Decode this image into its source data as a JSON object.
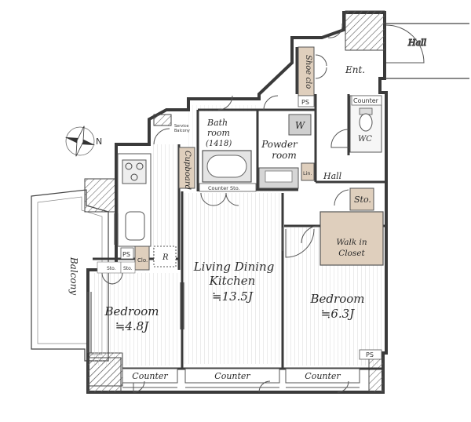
{
  "rooms": {
    "hall_top": "Hall",
    "entrance": "Ent.",
    "shoe_closet": "Shoe clo",
    "ps_top": "PS",
    "counter_wc": "Counter",
    "wc": "WC",
    "washer": "W",
    "bathroom_line1": "Bath",
    "bathroom_line2": "room",
    "bathroom_size": "(1418)",
    "powder_line1": "Powder",
    "powder_line2": "room",
    "linen": "Lin.",
    "service_balcony_line1": "Service",
    "service_balcony_line2": "Balcony",
    "cupboard": "Cupboard",
    "counter_sto": "Counter Sto.",
    "hall_mid": "Hall",
    "storage": "Sto.",
    "walk_in_line1": "Walk in",
    "walk_in_line2": "Closet",
    "balcony": "Balcony",
    "ps_left": "PS",
    "closet_left": "Clo.",
    "sto_left_a": "Sto.",
    "sto_left_b": "Sto.",
    "refrigerator": "R",
    "ldk_line1": "Living Dining",
    "ldk_line2": "Kitchen",
    "ldk_area": "≒13.5J",
    "bedroom_left": "Bedroom",
    "bedroom_left_area": "≒4.8J",
    "bedroom_right": "Bedroom",
    "bedroom_right_area": "≒6.3J",
    "ps_bottom": "PS",
    "counter_bottom_left": "Counter",
    "counter_bottom_mid": "Counter",
    "counter_bottom_right": "Counter",
    "compass_north": "N"
  },
  "colors": {
    "wall": "#3a3a3a",
    "closet_fill": "#dfcfbd",
    "wet_fill": "#efefef",
    "floor_line": "#c8c8c8"
  }
}
